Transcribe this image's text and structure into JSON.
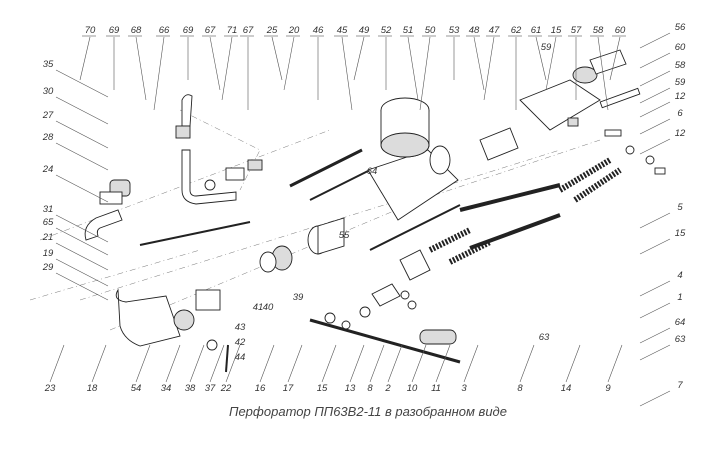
{
  "caption": "Перфоратор ПП63В2-11 в разобранном виде",
  "callouts_top": [
    "70",
    "69",
    "68",
    "66",
    "69",
    "67",
    "71",
    "67",
    "25",
    "20",
    "46",
    "45",
    "49",
    "52",
    "51",
    "50",
    "53",
    "48",
    "47",
    "62",
    "61",
    "15",
    "57",
    "58",
    "60"
  ],
  "callouts_right": [
    "56",
    "60",
    "58",
    "59",
    "12",
    "6",
    "12",
    "5",
    "15",
    "4",
    "1",
    "64",
    "63",
    "7"
  ],
  "callouts_left": [
    "35",
    "30",
    "27",
    "28",
    "24",
    "31",
    "65",
    "21",
    "19",
    "29"
  ],
  "callouts_bottom": [
    "23",
    "18",
    "54",
    "34",
    "38",
    "37",
    "22",
    "16",
    "17",
    "15",
    "13",
    "8",
    "2",
    "10",
    "11",
    "3",
    "8",
    "14",
    "9"
  ],
  "callouts_inner": [
    "59",
    "64",
    "63",
    "55",
    "41",
    "40",
    "39",
    "43",
    "42",
    "44"
  ]
}
